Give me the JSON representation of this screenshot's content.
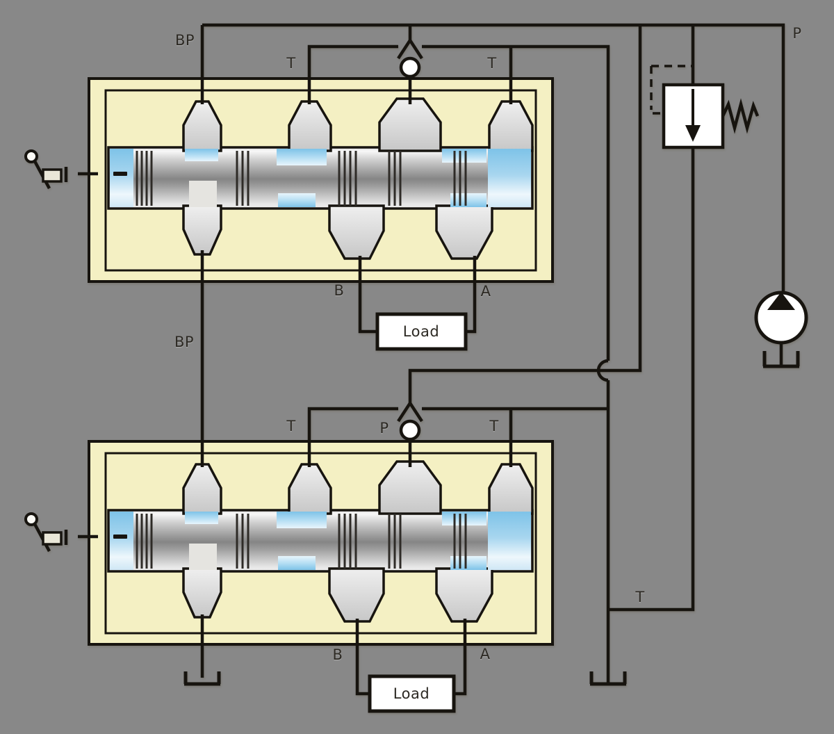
{
  "diagram": {
    "type": "hydraulic-circuit-schematic",
    "description": "Two open-center sectional directional control valves stacked in series: pump pressure line P feeds both spool valve sections and a pilot-operated relief valve; bypass gallery BP carries over from the first valve through the second to tank; each section has load check valve P, tank galleries T, and work ports A and B driving a Load; returns drain to tank T.",
    "labels": {
      "bp_top": "BP",
      "t1_left": "T",
      "t1_right": "T",
      "p_pump": "P",
      "b1": "B",
      "a1": "A",
      "load1": "Load",
      "bp_mid": "BP",
      "t2_left": "T",
      "p2": "P",
      "t2_right": "T",
      "b2": "B",
      "a2": "A",
      "load2": "Load",
      "t_return": "T"
    },
    "components": [
      "directional-valve-section-1",
      "directional-valve-section-2",
      "manual-lever-1",
      "manual-lever-2",
      "load-check-valve-1",
      "load-check-valve-2",
      "pilot-operated-relief-valve",
      "hydraulic-pump",
      "reservoir-under-bypass",
      "reservoir-return",
      "reservoir-pump-suction",
      "load-1",
      "load-2"
    ],
    "colors": {
      "line": "#17140f",
      "valve_body": "#f4f0c3",
      "fluid_blue": "#7ec3e8",
      "metal_gray": "#8a8a8a",
      "background_beige": "#d9d4c0",
      "white": "#ffffff"
    }
  }
}
